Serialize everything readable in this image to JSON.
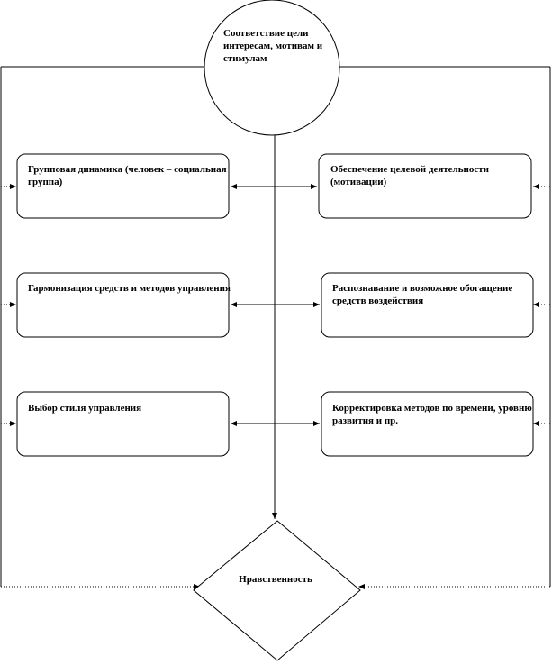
{
  "diagram": {
    "top_node": {
      "label": "Соответствие цели интересам, мотивам и стимулам"
    },
    "left_boxes": [
      {
        "label": "Групповая динамика (человек – социальная группа)"
      },
      {
        "label": "Гармонизация средств и методов управления"
      },
      {
        "label": "Выбор стиля управления"
      }
    ],
    "right_boxes": [
      {
        "label": "Обеспечение целевой деятельности (мотивации)"
      },
      {
        "label": "Распознавание и возможное обогащение средств воздействия"
      },
      {
        "label": "Корректировка методов по времени, уровню развития и пр."
      }
    ],
    "bottom_node": {
      "label": "Нравственность"
    }
  }
}
